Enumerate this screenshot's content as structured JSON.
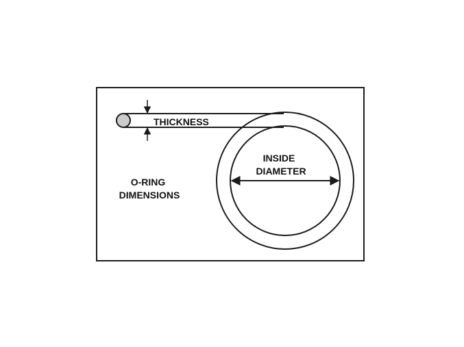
{
  "diagram": {
    "labels": {
      "thickness": "THICKNESS",
      "inside_line1": "INSIDE",
      "inside_line2": "DIAMETER",
      "title_line1": "O-RING",
      "title_line2": "DIMENSIONS"
    },
    "colors": {
      "stroke": "#1a1a1a",
      "cross_section_fill": "#cccccc",
      "background": "#ffffff"
    }
  }
}
